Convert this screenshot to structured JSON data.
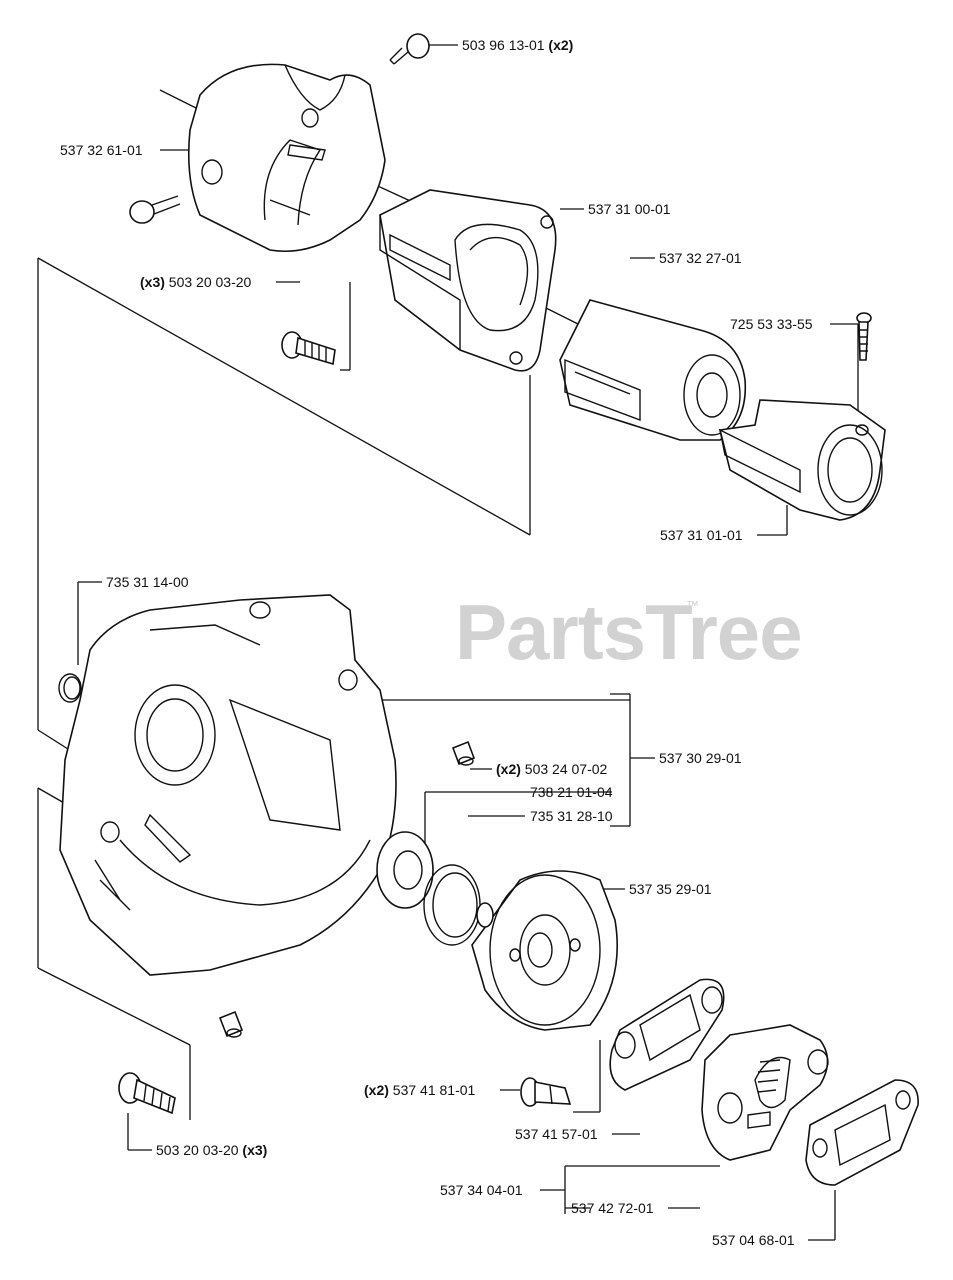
{
  "watermark": {
    "text": "PartsTree",
    "trademark": "™"
  },
  "labels": [
    {
      "id": "c1",
      "part": "503 96 13-01",
      "qty": "(x2)"
    },
    {
      "id": "c2",
      "part": "537 32 61-01",
      "qty": ""
    },
    {
      "id": "c3",
      "part": "537 31 00-01",
      "qty": ""
    },
    {
      "id": "c4",
      "part": "537 32 27-01",
      "qty": ""
    },
    {
      "id": "c5",
      "part": "503 20 03-20",
      "qty": "(x3)"
    },
    {
      "id": "c6",
      "part": "725 53 33-55",
      "qty": ""
    },
    {
      "id": "c7",
      "part": "537 31 01-01",
      "qty": ""
    },
    {
      "id": "c8",
      "part": "735 31 14-00",
      "qty": ""
    },
    {
      "id": "c9",
      "part": "503 24 07-02",
      "qty": "(x2)"
    },
    {
      "id": "c10",
      "part": "537 30 29-01",
      "qty": ""
    },
    {
      "id": "c11",
      "part": "738 21 01-04",
      "qty": ""
    },
    {
      "id": "c12",
      "part": "735 31 28-10",
      "qty": ""
    },
    {
      "id": "c13",
      "part": "537 35 29-01",
      "qty": ""
    },
    {
      "id": "c14",
      "part": "537 41 81-01",
      "qty": "(x2)"
    },
    {
      "id": "c15",
      "part": "537 41 57-01",
      "qty": ""
    },
    {
      "id": "c16",
      "part": "503 20 03-20",
      "qty": "(x3)"
    },
    {
      "id": "c17",
      "part": "537 34 04-01",
      "qty": ""
    },
    {
      "id": "c18",
      "part": "537 42 72-01",
      "qty": ""
    },
    {
      "id": "c19",
      "part": "537 04 68-01",
      "qty": ""
    }
  ]
}
